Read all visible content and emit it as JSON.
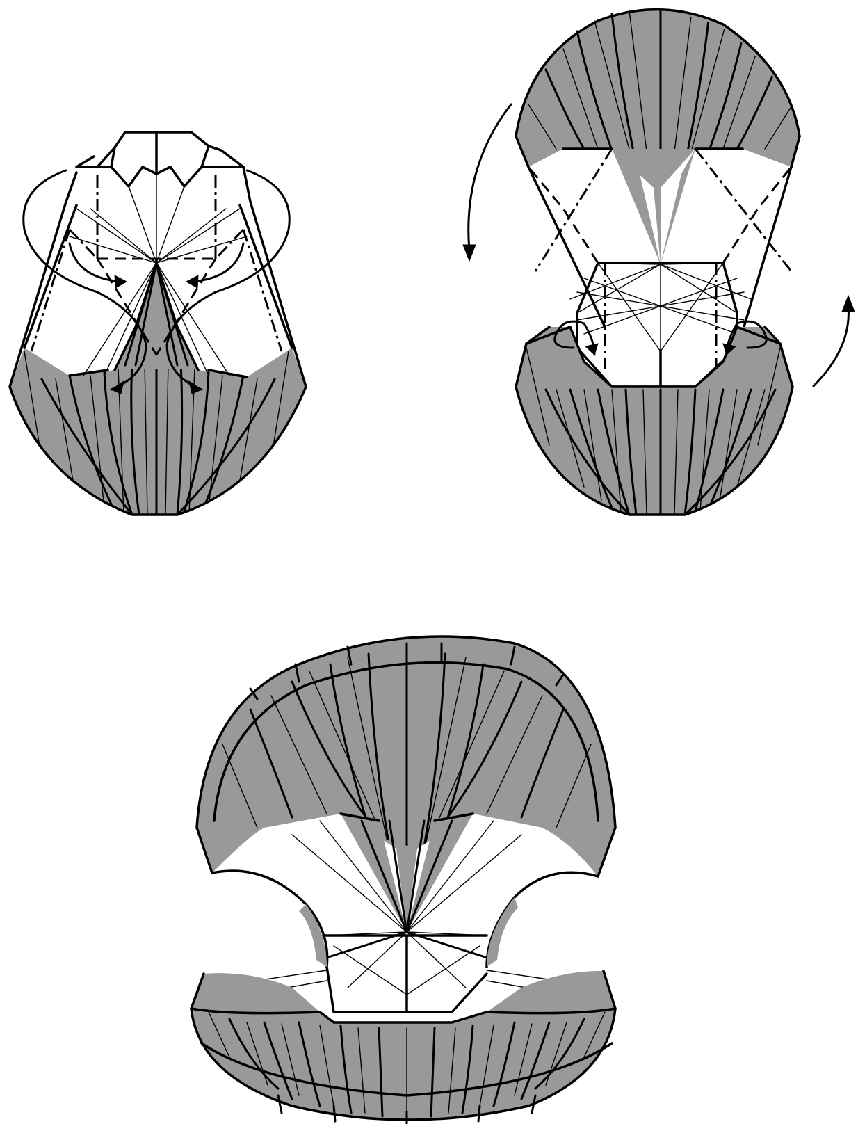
{
  "figure": {
    "steps": [
      {
        "id": "step-a",
        "description_visible": false
      },
      {
        "id": "step-b",
        "description_visible": false
      },
      {
        "id": "step-c",
        "description_visible": false
      }
    ],
    "colors": {
      "paper_colored_side": "#999999",
      "paper_white_side": "#ffffff",
      "lines": "#000000"
    },
    "symbols": {
      "valley_fold": "dashed-line",
      "mountain_fold": "dash-dot-line",
      "fold_arrow": "curved-arrow"
    }
  }
}
